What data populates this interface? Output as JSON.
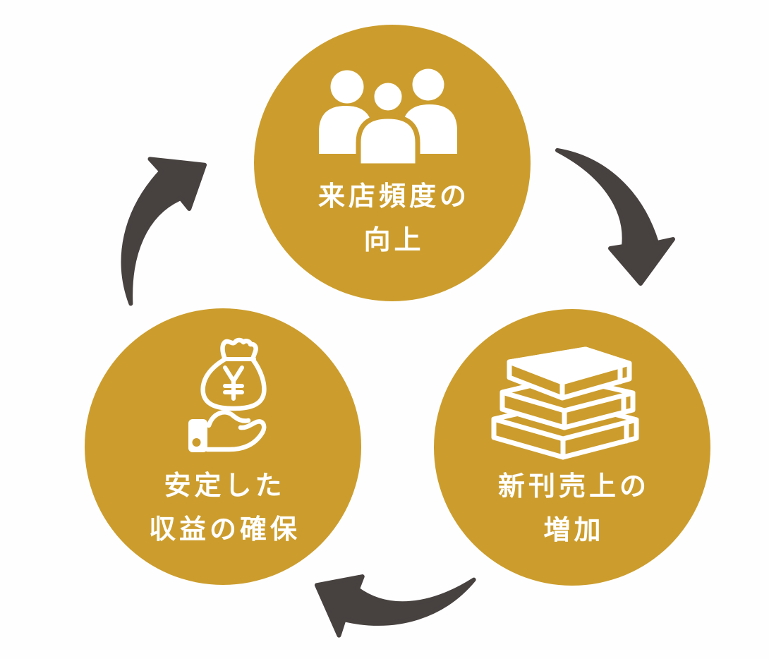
{
  "diagram": {
    "type": "cycle",
    "direction": "clockwise",
    "background_color": "#fefefe",
    "circle_color": "#cc9d2d",
    "arrow_color": "#474140",
    "label_color": "#ffffff",
    "nodes": [
      {
        "id": "store-visits",
        "icon": "people-group-icon",
        "line1": "来店頻度の",
        "line2": "向上"
      },
      {
        "id": "new-title-sales",
        "icon": "book-stack-icon",
        "line1": "新刊売上の",
        "line2": "増加"
      },
      {
        "id": "stable-profit",
        "icon": "money-bag-hand-icon",
        "line1": "安定した",
        "line2": "収益の確保"
      }
    ]
  }
}
